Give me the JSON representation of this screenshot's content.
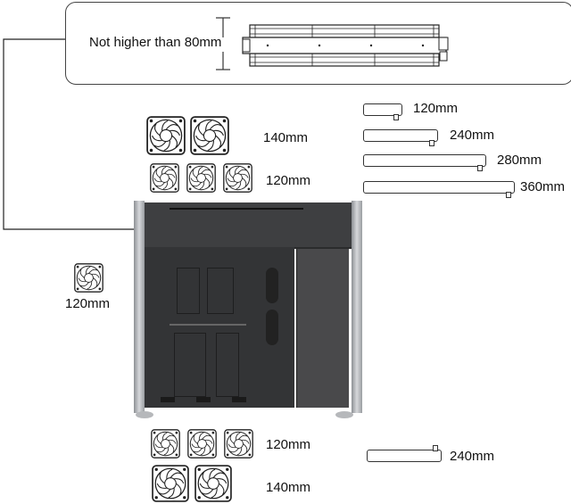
{
  "callout": {
    "label": "Not higher than 80mm",
    "limit_value": "80mm"
  },
  "top_fans": {
    "row1": {
      "count": 2,
      "size_label": "140mm"
    },
    "row2": {
      "count": 3,
      "size_label": "120mm"
    }
  },
  "rear_fan": {
    "count": 1,
    "size_label": "120mm"
  },
  "bottom_fans": {
    "row1": {
      "count": 3,
      "size_label": "120mm"
    },
    "row2": {
      "count": 2,
      "size_label": "140mm"
    }
  },
  "top_radiators": [
    {
      "size_label": "120mm"
    },
    {
      "size_label": "240mm"
    },
    {
      "size_label": "280mm"
    },
    {
      "size_label": "360mm"
    }
  ],
  "bottom_radiator": {
    "size_label": "240mm"
  },
  "colors": {
    "case_panel": "#3a3b3d",
    "case_frame": "#a9acb0",
    "line": "#333333"
  }
}
